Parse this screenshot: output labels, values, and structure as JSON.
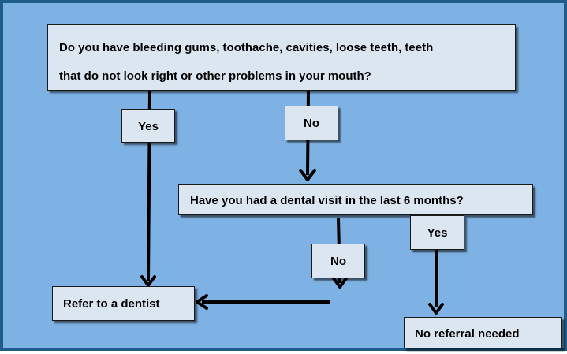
{
  "question1": "Do you have bleeding gums, toothache, cavities, loose teeth, teeth that do not look right or other problems in your mouth?",
  "question1_line1": "Do you have bleeding gums, toothache, cavities, loose teeth, teeth",
  "question1_line2": "that do not look right or other problems in your mouth?",
  "question2": "Have you had a dental visit in the last 6 months?",
  "label_yes_1": "Yes",
  "label_no_1": "No",
  "label_no_2": "No",
  "label_yes_2": "Yes",
  "outcome_refer": "Refer to a dentist",
  "outcome_no_referral": "No referral needed",
  "colors": {
    "background": "#7fb2e4",
    "border": "#1d5d87",
    "box_fill": "#dce6f1",
    "arrow": "#000000"
  }
}
